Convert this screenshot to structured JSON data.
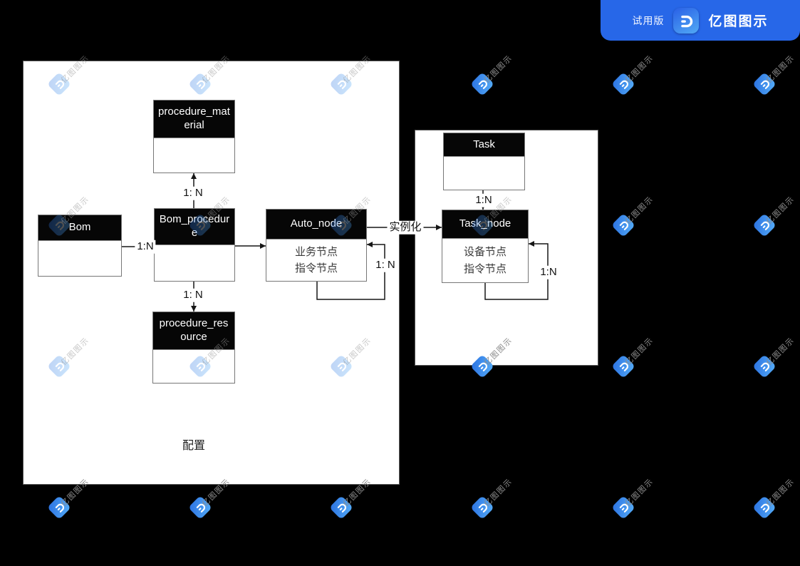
{
  "app": {
    "trial_badge": "试用版",
    "brand": "亿图图示"
  },
  "watermark_text": "亿图图示",
  "diagram": {
    "panels": [
      {
        "id": "config",
        "label": "配置"
      },
      {
        "id": "runtime",
        "label": ""
      }
    ],
    "entities": [
      {
        "id": "procedure_material",
        "name": "procedure_material",
        "attributes": []
      },
      {
        "id": "bom",
        "name": "Bom",
        "attributes": []
      },
      {
        "id": "bom_procedure",
        "name": "Bom_procedure",
        "attributes": []
      },
      {
        "id": "auto_node",
        "name": "Auto_node",
        "attributes": [
          "业务节点",
          "指令节点"
        ]
      },
      {
        "id": "procedure_resource",
        "name": "procedure_resource",
        "attributes": []
      },
      {
        "id": "task",
        "name": "Task",
        "attributes": []
      },
      {
        "id": "task_node",
        "name": "Task_node",
        "attributes": [
          "设备节点",
          "指令节点"
        ]
      }
    ],
    "connectors": [
      {
        "id": "bom_to_bom_procedure",
        "from": "Bom",
        "to": "Bom_procedure",
        "label": "1:N"
      },
      {
        "id": "bom_procedure_to_procedure_material",
        "from": "Bom_procedure",
        "to": "procedure_material",
        "label": "1: N"
      },
      {
        "id": "bom_procedure_to_procedure_resource",
        "from": "Bom_procedure",
        "to": "procedure_resource",
        "label": "1: N"
      },
      {
        "id": "bom_procedure_to_auto_node",
        "from": "Bom_procedure",
        "to": "Auto_node",
        "label": ""
      },
      {
        "id": "auto_node_self",
        "from": "Auto_node",
        "to": "Auto_node",
        "label": "1: N"
      },
      {
        "id": "auto_node_to_task_node",
        "from": "Auto_node",
        "to": "Task_node",
        "label": "实例化"
      },
      {
        "id": "task_to_task_node",
        "from": "Task",
        "to": "Task_node",
        "label": "1:N"
      },
      {
        "id": "task_node_self",
        "from": "Task_node",
        "to": "Task_node",
        "label": "1:N"
      }
    ]
  }
}
